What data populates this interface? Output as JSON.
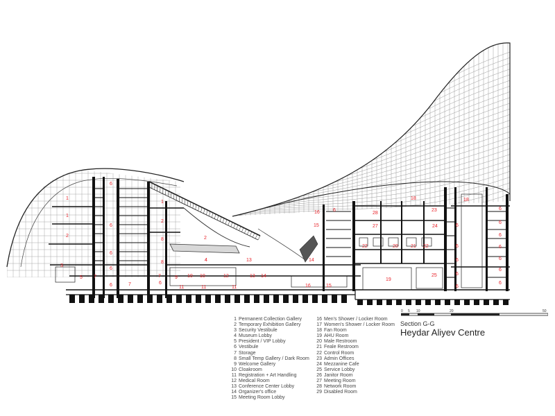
{
  "section_label": "Section G-G",
  "title": "Heydar Aliyev Centre",
  "scale_bar": {
    "ticks": [
      "0",
      "5",
      "10",
      "20",
      "50"
    ]
  },
  "colors": {
    "linework": "#1a1a1a",
    "room_numbers": "#e8232a",
    "legend_text": "#444444"
  },
  "legend": [
    {
      "n": "1",
      "label": "Permanent Collection Gallery"
    },
    {
      "n": "2",
      "label": "Temporary Exhibition Gallery"
    },
    {
      "n": "3",
      "label": "Security Vestibule"
    },
    {
      "n": "4",
      "label": "Museum Lobby"
    },
    {
      "n": "5",
      "label": "President / VIP Lobby"
    },
    {
      "n": "6",
      "label": "Vestibule"
    },
    {
      "n": "7",
      "label": "Storage"
    },
    {
      "n": "8",
      "label": "Small Temp Gallery / Dark Room"
    },
    {
      "n": "9",
      "label": "Welcome Gallery"
    },
    {
      "n": "10",
      "label": "Cloakroom"
    },
    {
      "n": "11",
      "label": "Registration + Art Handling"
    },
    {
      "n": "12",
      "label": "Medical Room"
    },
    {
      "n": "13",
      "label": "Conference Center Lobby"
    },
    {
      "n": "14",
      "label": "Organizer's office"
    },
    {
      "n": "15",
      "label": "Meeting Room Lobby"
    },
    {
      "n": "16",
      "label": "Men's Shower / Locker Room"
    },
    {
      "n": "17",
      "label": "Women's Shower / Locker Room"
    },
    {
      "n": "18",
      "label": "Fan Room"
    },
    {
      "n": "19",
      "label": "AHU Room"
    },
    {
      "n": "20",
      "label": "Male Restroom"
    },
    {
      "n": "21",
      "label": "Feale Restroom"
    },
    {
      "n": "22",
      "label": "Control Room"
    },
    {
      "n": "23",
      "label": "Admin Offices"
    },
    {
      "n": "24",
      "label": "Mezzanine Cafe"
    },
    {
      "n": "25",
      "label": "Service Lobby"
    },
    {
      "n": "26",
      "label": "Janitor Room"
    },
    {
      "n": "27",
      "label": "Meeting Room"
    },
    {
      "n": "28",
      "label": "Network Room"
    },
    {
      "n": "29",
      "label": "Disabled Room"
    }
  ],
  "room_numbers": [
    "1",
    "1",
    "2",
    "3",
    "4",
    "5",
    "6",
    "6",
    "6",
    "6",
    "6",
    "7",
    "8",
    "1",
    "2",
    "2",
    "4",
    "6",
    "9",
    "13",
    "10",
    "10",
    "11",
    "11",
    "11",
    "12",
    "13",
    "14",
    "15",
    "16",
    "16",
    "15",
    "14",
    "28",
    "27",
    "23",
    "24",
    "18",
    "20",
    "21",
    "22",
    "22",
    "19",
    "25",
    "18",
    "6",
    "6",
    "6",
    "6",
    "6",
    "6",
    "6",
    "6",
    "6",
    "6",
    "6",
    "6",
    "6",
    "7",
    "7",
    "8"
  ]
}
